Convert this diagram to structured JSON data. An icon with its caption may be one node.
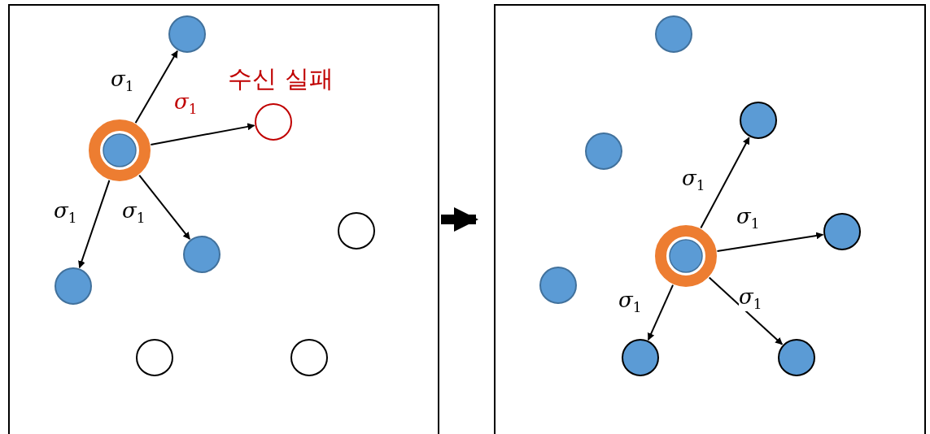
{
  "diagram": {
    "nodes": [
      {
        "text": [],
        "shape": "box"
      },
      {
        "text": [],
        "shape": "box"
      },
      {
        "text": [],
        "shape": "circle",
        "in": 0
      },
      {
        "text": [],
        "shape": "circle",
        "in": 0
      },
      {
        "text": [],
        "shape": "circle",
        "in": 0,
        "beside": [
          "수신 실패"
        ]
      },
      {
        "text": [],
        "shape": "circle",
        "in": 0
      },
      {
        "text": [],
        "shape": "circle",
        "in": 0
      },
      {
        "text": [],
        "shape": "circle",
        "in": 0
      },
      {
        "text": [],
        "shape": "circle",
        "in": 0
      },
      {
        "text": [],
        "shape": "circle",
        "in": 0
      },
      {
        "text": [],
        "shape": "circle",
        "in": 1
      },
      {
        "text": [],
        "shape": "circle",
        "in": 1
      },
      {
        "text": [],
        "shape": "circle",
        "in": 1
      },
      {
        "text": [],
        "shape": "circle",
        "in": 1
      },
      {
        "text": [],
        "shape": "circle",
        "in": 1
      },
      {
        "text": [],
        "shape": "circle",
        "in": 1
      },
      {
        "text": [],
        "shape": "circle",
        "in": 1
      },
      {
        "text": [],
        "shape": "circle",
        "in": 1
      }
    ],
    "edges": [
      {
        "from": 3,
        "to": 2,
        "arrow": "to",
        "label": "σ$_{1}$"
      },
      {
        "from": 3,
        "to": 4,
        "arrow": "to",
        "label": "σ$_{1}$"
      },
      {
        "from": 3,
        "to": 6,
        "arrow": "to",
        "label": "σ$_{1}$"
      },
      {
        "from": 3,
        "to": 5,
        "arrow": "to",
        "label": "σ$_{1}$"
      },
      {
        "from": 0,
        "to": 1,
        "arrow": "to",
        "style": "thick"
      },
      {
        "from": 14,
        "to": 11,
        "arrow": "to",
        "label": "σ$_{1}$"
      },
      {
        "from": 14,
        "to": 13,
        "arrow": "to",
        "label": "σ$_{1}$"
      },
      {
        "from": 14,
        "to": 16,
        "arrow": "to",
        "label": "σ$_{1}$"
      },
      {
        "from": 14,
        "to": 17,
        "arrow": "to",
        "label": "σ$_{1}$"
      }
    ]
  }
}
